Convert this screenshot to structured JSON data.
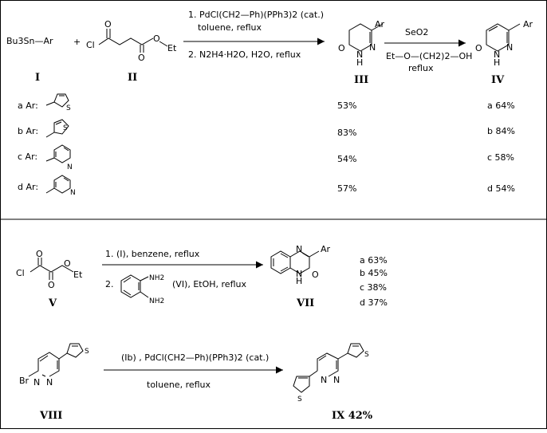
{
  "stage1": {
    "reagent_I": "Bu3Sn—Ar",
    "plus": "+",
    "cl": "Cl",
    "o": "O",
    "et": "Et",
    "label_I": "I",
    "label_II": "II",
    "cond_1": "1. PdCl(CH2—Ph)(PPh3)2 (cat.)",
    "cond_1b": "toluene, reflux",
    "cond_2": "2. N2H4·H2O, H2O, reflux",
    "prod_ar": "Ar",
    "prod_o": "O",
    "prod_n": "N",
    "prod_nh": "NH",
    "prod_h": "H",
    "label_III": "III",
    "seo2": "SeO2",
    "solvent": "Et—O—(CH2)2—OH",
    "reflux": "reflux",
    "label_IV": "IV"
  },
  "ar_rows": [
    {
      "key": "a Ar:",
      "het": "S",
      "yield_III": "53%",
      "yield_IV": "a 64%"
    },
    {
      "key": "b Ar:",
      "het": "S",
      "yield_III": "83%",
      "yield_IV": "b 84%"
    },
    {
      "key": "c Ar:",
      "het": "N",
      "yield_III": "54%",
      "yield_IV": "c 58%"
    },
    {
      "key": "d Ar:",
      "het": "N",
      "yield_III": "57%",
      "yield_IV": "d 54%"
    }
  ],
  "stage2": {
    "cl": "Cl",
    "o": "O",
    "et": "Et",
    "label_V": "V",
    "cond_1": "1. (I), benzene, reflux",
    "cond_2_num": "2.",
    "nh2": "NH2",
    "cond_2_tail": "(VI), EtOH, reflux",
    "prod_n": "N",
    "prod_ar": "Ar",
    "prod_h": "H",
    "prod_o": "O",
    "label_VII": "VII",
    "yields": [
      "a 63%",
      "b 45%",
      "c 38%",
      "d 37%"
    ]
  },
  "stage3": {
    "br": "Br",
    "n": "N",
    "s": "S",
    "label_VIII": "VIII",
    "cond_1": "(Ib) , PdCl(CH2—Ph)(PPh3)2 (cat.)",
    "cond_2": "toluene, reflux",
    "label_IX": "IX 42%"
  }
}
